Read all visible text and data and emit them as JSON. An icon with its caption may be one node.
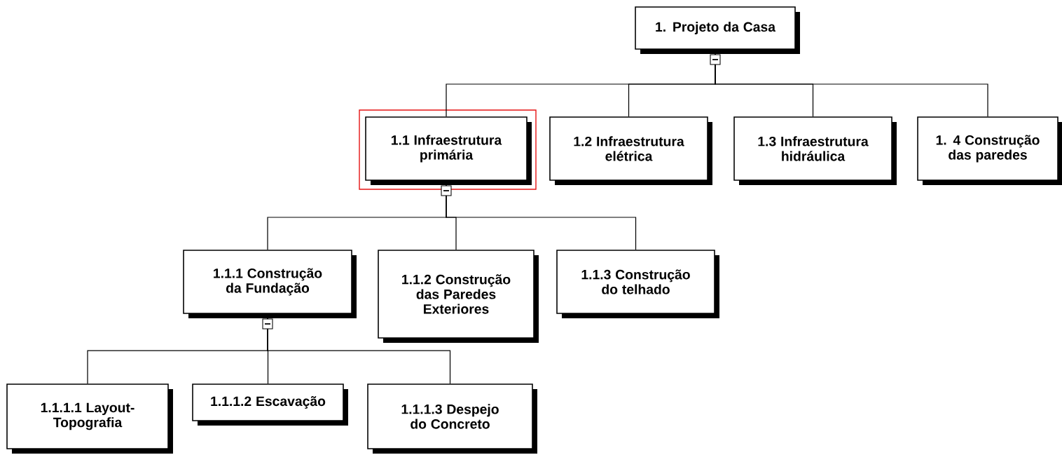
{
  "diagram": {
    "nodes": [
      {
        "text": [
          "1. Projeto da Casa"
        ]
      },
      {
        "text": [
          "1.1 Infraestrutura primária"
        ]
      },
      {
        "text": [
          "1.2 Infraestrutura elétrica"
        ]
      },
      {
        "text": [
          "1.3 Infraestrutura hidráulica"
        ]
      },
      {
        "text": [
          "1. 4 Construção das paredes"
        ]
      },
      {
        "text": [
          "1.1.1 Construção da Fundação"
        ]
      },
      {
        "text": [
          "1.1.2 Construção das Paredes Exteriores"
        ]
      },
      {
        "text": [
          "1.1.3 Construção do telhado"
        ]
      },
      {
        "text": [
          "1.1.1.1 Layout-Topografia"
        ]
      },
      {
        "text": [
          "1.1.1.2 Escavação"
        ]
      },
      {
        "text": [
          "1.1.1.3 Despejo do Concreto"
        ]
      }
    ],
    "edges": [
      {
        "from": 0,
        "to": 1,
        "arrow": "none"
      },
      {
        "from": 0,
        "to": 2,
        "arrow": "none"
      },
      {
        "from": 0,
        "to": 3,
        "arrow": "none"
      },
      {
        "from": 0,
        "to": 4,
        "arrow": "none"
      },
      {
        "from": 1,
        "to": 5,
        "arrow": "none"
      },
      {
        "from": 1,
        "to": 6,
        "arrow": "none"
      },
      {
        "from": 1,
        "to": 7,
        "arrow": "none"
      },
      {
        "from": 5,
        "to": 8,
        "arrow": "none"
      },
      {
        "from": 5,
        "to": 9,
        "arrow": "none"
      },
      {
        "from": 5,
        "to": 10,
        "arrow": "none"
      }
    ]
  }
}
